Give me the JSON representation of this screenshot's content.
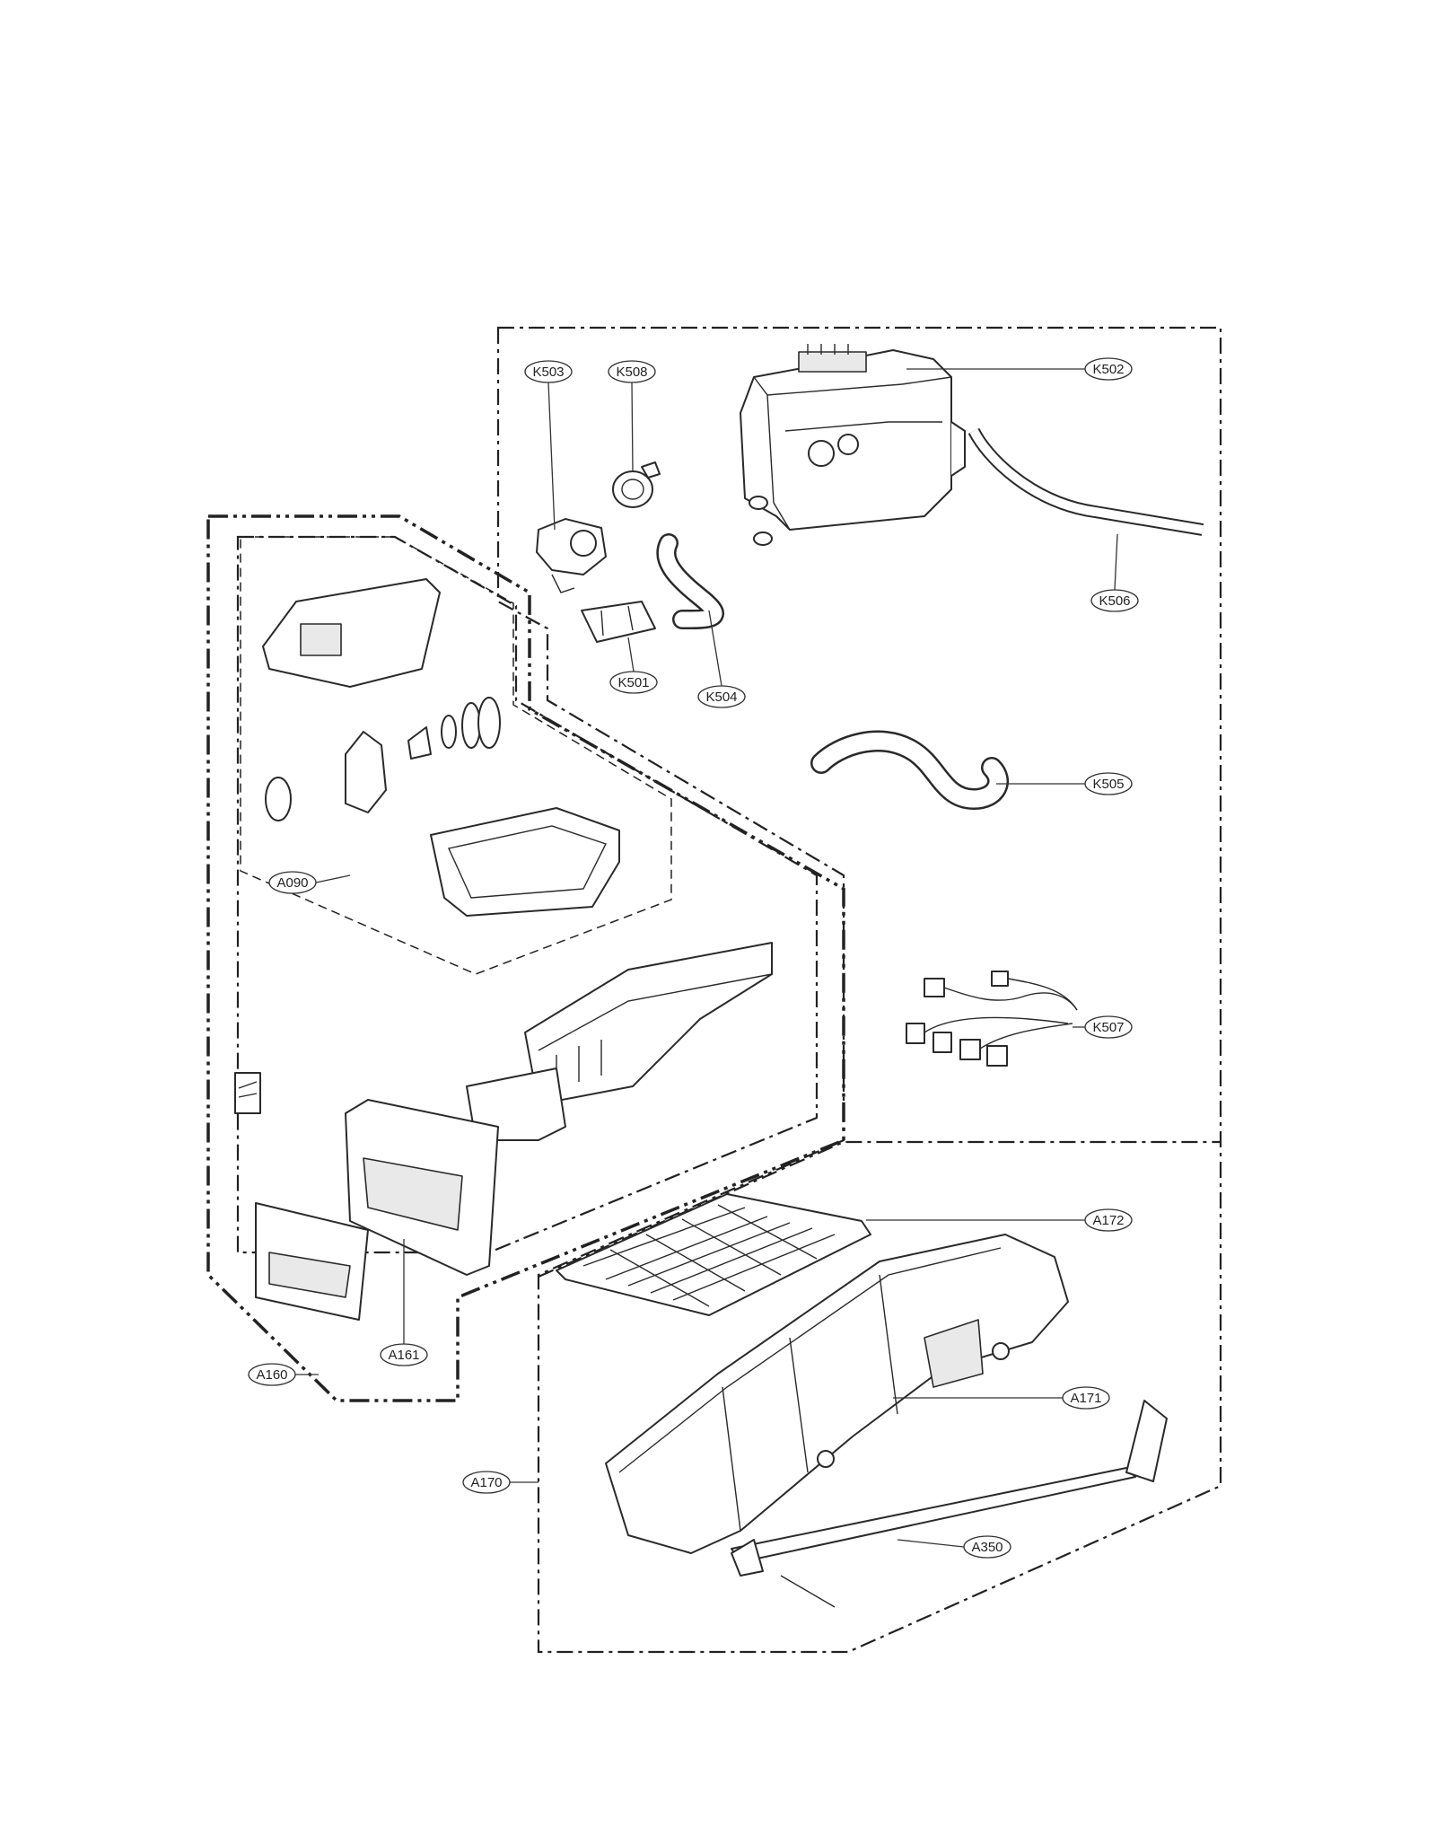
{
  "diagram": {
    "callouts": [
      {
        "id": "K503",
        "text": "K503"
      },
      {
        "id": "K508",
        "text": "K508"
      },
      {
        "id": "K502",
        "text": "K502"
      },
      {
        "id": "K506",
        "text": "K506"
      },
      {
        "id": "K501",
        "text": "K501"
      },
      {
        "id": "K504",
        "text": "K504"
      },
      {
        "id": "K505",
        "text": "K505"
      },
      {
        "id": "K507",
        "text": "K507"
      },
      {
        "id": "A090",
        "text": "A090"
      },
      {
        "id": "A172",
        "text": "A172"
      },
      {
        "id": "A171",
        "text": "A171"
      },
      {
        "id": "A161",
        "text": "A161"
      },
      {
        "id": "A160",
        "text": "A160"
      },
      {
        "id": "A170",
        "text": "A170"
      },
      {
        "id": "A350",
        "text": "A350"
      }
    ]
  }
}
